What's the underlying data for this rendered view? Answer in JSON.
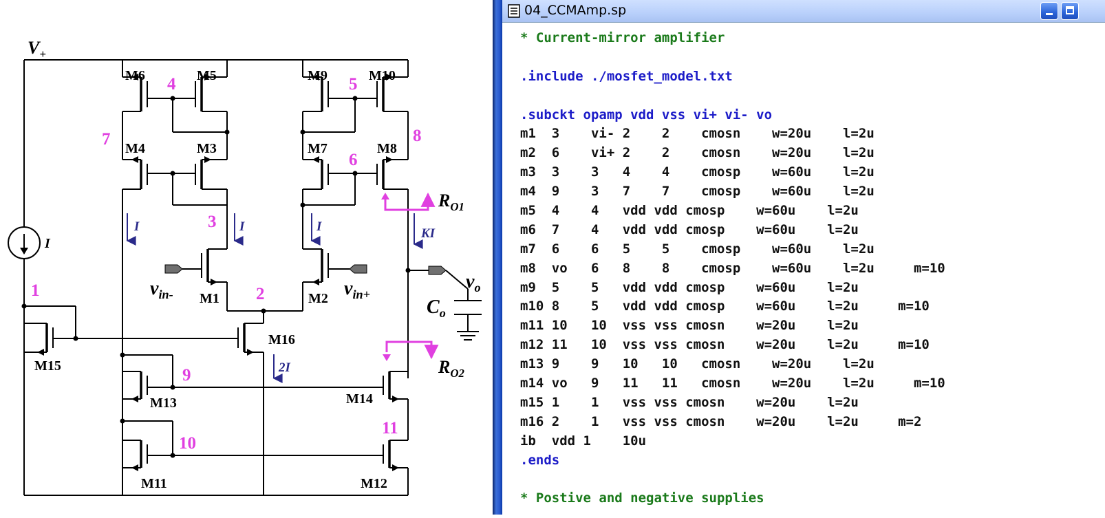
{
  "window": {
    "title": "04_CCMAmp.sp",
    "file_icon": "document-icon",
    "minimize_icon": "minimize-icon",
    "maximize_icon": "maximize-icon"
  },
  "code_lines": [
    {
      "text": "* Current-mirror amplifier",
      "color": "green"
    },
    {
      "text": "",
      "color": "black"
    },
    {
      "text": ".include ./mosfet_model.txt",
      "color": "blue"
    },
    {
      "text": "",
      "color": "black"
    },
    {
      "text": ".subckt opamp vdd vss vi+ vi- vo",
      "color": "blue"
    },
    {
      "text": "m1  3    vi- 2    2    cmosn    w=20u    l=2u",
      "color": "black"
    },
    {
      "text": "m2  6    vi+ 2    2    cmosn    w=20u    l=2u",
      "color": "black"
    },
    {
      "text": "m3  3    3   4    4    cmosp    w=60u    l=2u",
      "color": "black"
    },
    {
      "text": "m4  9    3   7    7    cmosp    w=60u    l=2u",
      "color": "black"
    },
    {
      "text": "m5  4    4   vdd vdd cmosp    w=60u    l=2u",
      "color": "black"
    },
    {
      "text": "m6  7    4   vdd vdd cmosp    w=60u    l=2u",
      "color": "black"
    },
    {
      "text": "m7  6    6   5    5    cmosp    w=60u    l=2u",
      "color": "black"
    },
    {
      "text": "m8  vo   6   8    8    cmosp    w=60u    l=2u     m=10",
      "color": "black"
    },
    {
      "text": "m9  5    5   vdd vdd cmosp    w=60u    l=2u",
      "color": "black"
    },
    {
      "text": "m10 8    5   vdd vdd cmosp    w=60u    l=2u     m=10",
      "color": "black"
    },
    {
      "text": "m11 10   10  vss vss cmosn    w=20u    l=2u",
      "color": "black"
    },
    {
      "text": "m12 11   10  vss vss cmosn    w=20u    l=2u     m=10",
      "color": "black"
    },
    {
      "text": "m13 9    9   10   10   cmosn    w=20u    l=2u",
      "color": "black"
    },
    {
      "text": "m14 vo   9   11   11   cmosn    w=20u    l=2u     m=10",
      "color": "black"
    },
    {
      "text": "m15 1    1   vss vss cmosn    w=20u    l=2u",
      "color": "black"
    },
    {
      "text": "m16 2    1   vss vss cmosn    w=20u    l=2u     m=2",
      "color": "black"
    },
    {
      "text": "ib  vdd 1    10u",
      "color": "black"
    },
    {
      "text": ".ends",
      "color": "blue"
    },
    {
      "text": "",
      "color": "black"
    },
    {
      "text": "* Postive and negative supplies",
      "color": "green"
    }
  ],
  "schematic": {
    "vplus": "V",
    "vplus_sub": "+",
    "current_source": "I",
    "transistors": [
      "M1",
      "M2",
      "M3",
      "M4",
      "M5",
      "M6",
      "M7",
      "M8",
      "M9",
      "M10",
      "M11",
      "M12",
      "M13",
      "M14",
      "M15",
      "M16"
    ],
    "nodes": [
      "1",
      "2",
      "3",
      "4",
      "5",
      "6",
      "7",
      "8",
      "9",
      "10",
      "11"
    ],
    "currents": [
      "I",
      "I",
      "I",
      "I",
      "KI",
      "2I"
    ],
    "vin_minus": "v",
    "vin_minus_sub": "in-",
    "vin_plus": "v",
    "vin_plus_sub": "in+",
    "vo": "v",
    "vo_sub": "o",
    "co": "C",
    "co_sub": "o",
    "ro1": "R",
    "ro1_sub": "O1",
    "ro2": "R",
    "ro2_sub": "O2",
    "colors": {
      "node": "#e040e0",
      "current": "#2a2a8a",
      "wire": "#000000",
      "port": "#707070"
    }
  }
}
